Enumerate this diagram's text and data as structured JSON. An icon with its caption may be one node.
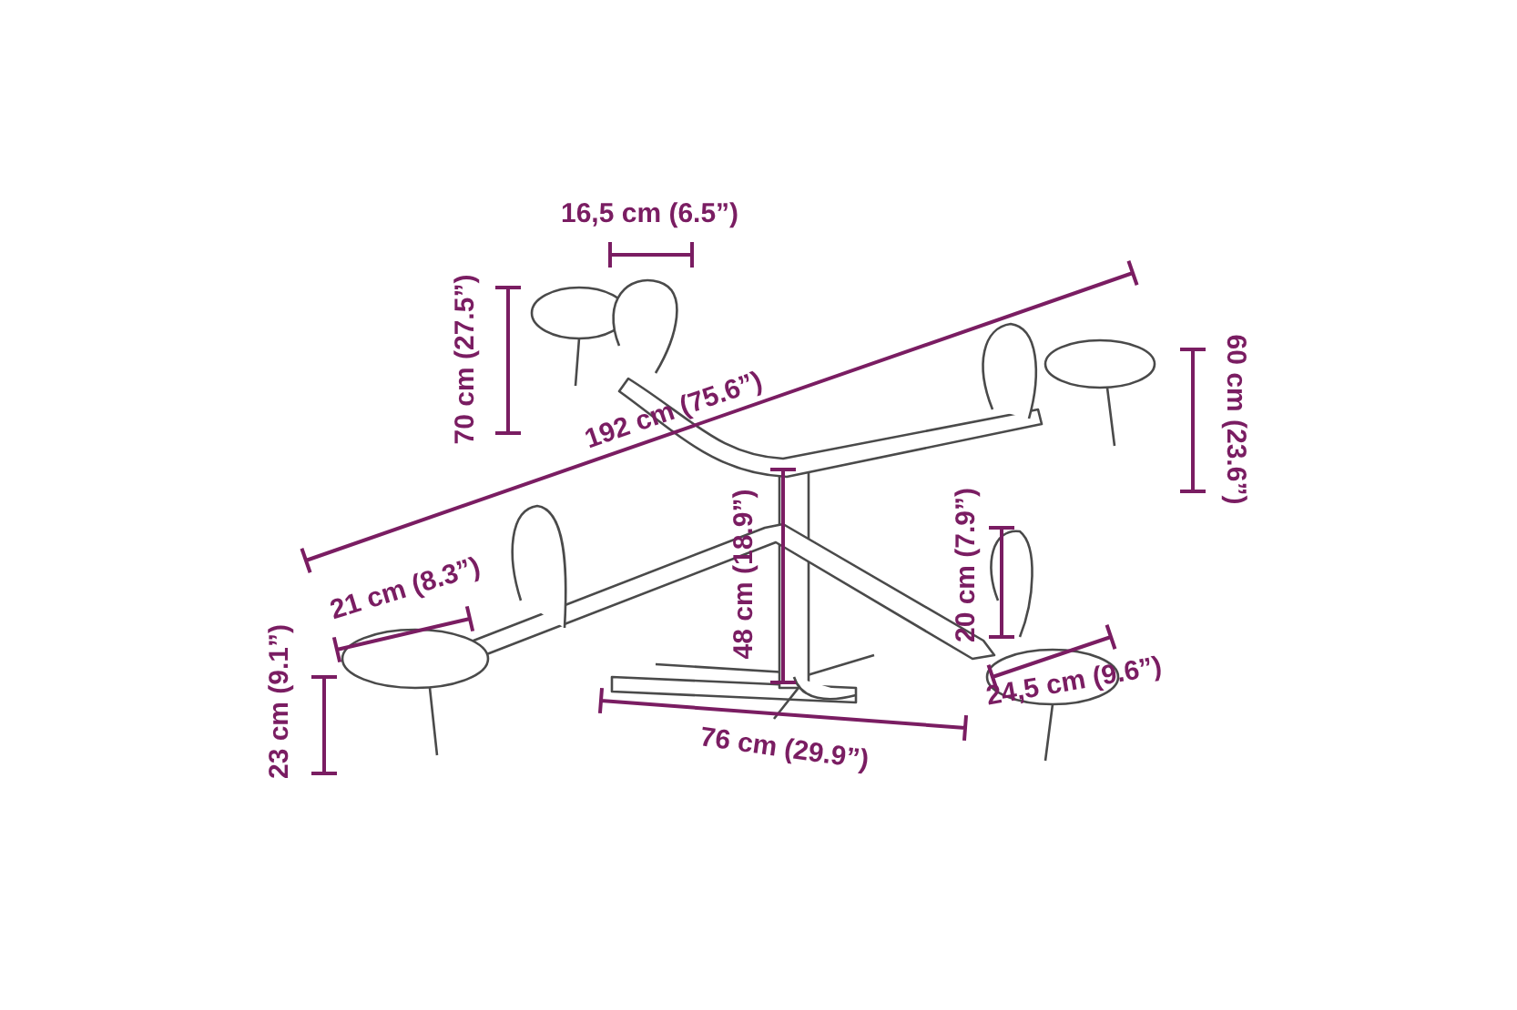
{
  "diagram": {
    "labels": [
      "16,5 cm (6.5”)",
      "70 cm (27.5”)",
      "192 cm (75.6”)",
      "60 cm (23.6”)",
      "21 cm (8.3”)",
      "48 cm (18.9”)",
      "20 cm (7.9”)",
      "23 cm (9.1”)",
      "76 cm (29.9”)",
      "24,5 cm (9.6”)"
    ]
  }
}
